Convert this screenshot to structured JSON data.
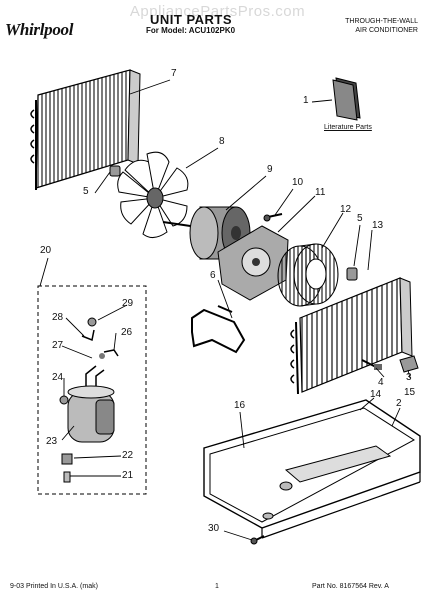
{
  "header": {
    "brand": "Whirlpool",
    "watermark": "AppliancePartsPros.com",
    "title": "UNIT PARTS",
    "model_line": "For Model: ACU102PK0",
    "product_line1": "THROUGH-THE-WALL",
    "product_line2": "AIR CONDITIONER"
  },
  "labels": {
    "literature_parts": "Literature Parts"
  },
  "callouts": [
    "1",
    "2",
    "3",
    "4",
    "5",
    "5",
    "6",
    "7",
    "8",
    "9",
    "10",
    "11",
    "12",
    "13",
    "14",
    "15",
    "16",
    "20",
    "21",
    "22",
    "23",
    "24",
    "26",
    "27",
    "28",
    "29",
    "30"
  ],
  "footer": {
    "left": "9-03 Printed In U.S.A. (mak)",
    "center": "1",
    "right": "Part No. 8167564 Rev. A"
  }
}
